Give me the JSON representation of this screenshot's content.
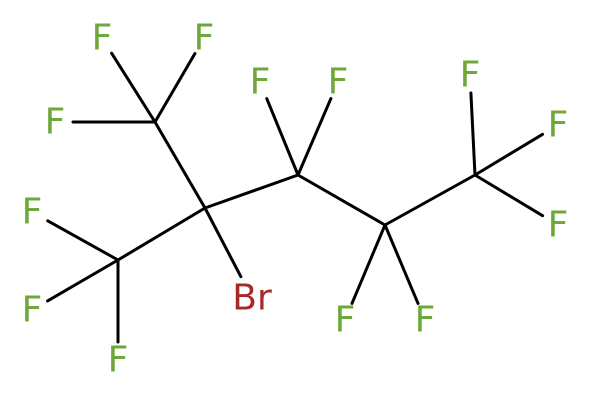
{
  "molecule": {
    "atoms": [
      {
        "id": "c1",
        "symbol": "C",
        "show": false
      },
      {
        "id": "c2",
        "symbol": "C",
        "show": false
      },
      {
        "id": "c3",
        "symbol": "C",
        "show": false
      },
      {
        "id": "c4",
        "symbol": "C",
        "show": false
      },
      {
        "id": "c5",
        "symbol": "C",
        "show": false
      },
      {
        "id": "c6",
        "symbol": "C",
        "show": false
      },
      {
        "id": "br",
        "symbol": "Br",
        "show": true
      },
      {
        "id": "f1",
        "symbol": "F",
        "show": true
      },
      {
        "id": "f2",
        "symbol": "F",
        "show": true
      },
      {
        "id": "f3",
        "symbol": "F",
        "show": true
      },
      {
        "id": "f4",
        "symbol": "F",
        "show": true
      },
      {
        "id": "f5",
        "symbol": "F",
        "show": true
      },
      {
        "id": "f6",
        "symbol": "F",
        "show": true
      },
      {
        "id": "f7",
        "symbol": "F",
        "show": true
      },
      {
        "id": "f8",
        "symbol": "F",
        "show": true
      },
      {
        "id": "f9",
        "symbol": "F",
        "show": true
      },
      {
        "id": "f10",
        "symbol": "F",
        "show": true
      },
      {
        "id": "f11",
        "symbol": "F",
        "show": true
      },
      {
        "id": "f12",
        "symbol": "F",
        "show": true
      },
      {
        "id": "f13",
        "symbol": "F",
        "show": true
      }
    ],
    "bonds": [
      [
        "c1",
        "c2"
      ],
      [
        "c2",
        "c4"
      ],
      [
        "c2",
        "c3"
      ],
      [
        "c4",
        "c5"
      ],
      [
        "c5",
        "c6"
      ],
      [
        "c2",
        "br"
      ],
      [
        "c1",
        "f1"
      ],
      [
        "c1",
        "f2"
      ],
      [
        "c1",
        "f3"
      ],
      [
        "c3",
        "f4"
      ],
      [
        "c3",
        "f5"
      ],
      [
        "c3",
        "f6"
      ],
      [
        "c4",
        "f7"
      ],
      [
        "c4",
        "f8"
      ],
      [
        "c5",
        "f9"
      ],
      [
        "c5",
        "f10"
      ],
      [
        "c6",
        "f11"
      ],
      [
        "c6",
        "f12"
      ],
      [
        "c6",
        "f13"
      ]
    ],
    "colors": {
      "F": "#6fa83a",
      "Br": "#a52a2a",
      "bond": "#000000"
    }
  }
}
